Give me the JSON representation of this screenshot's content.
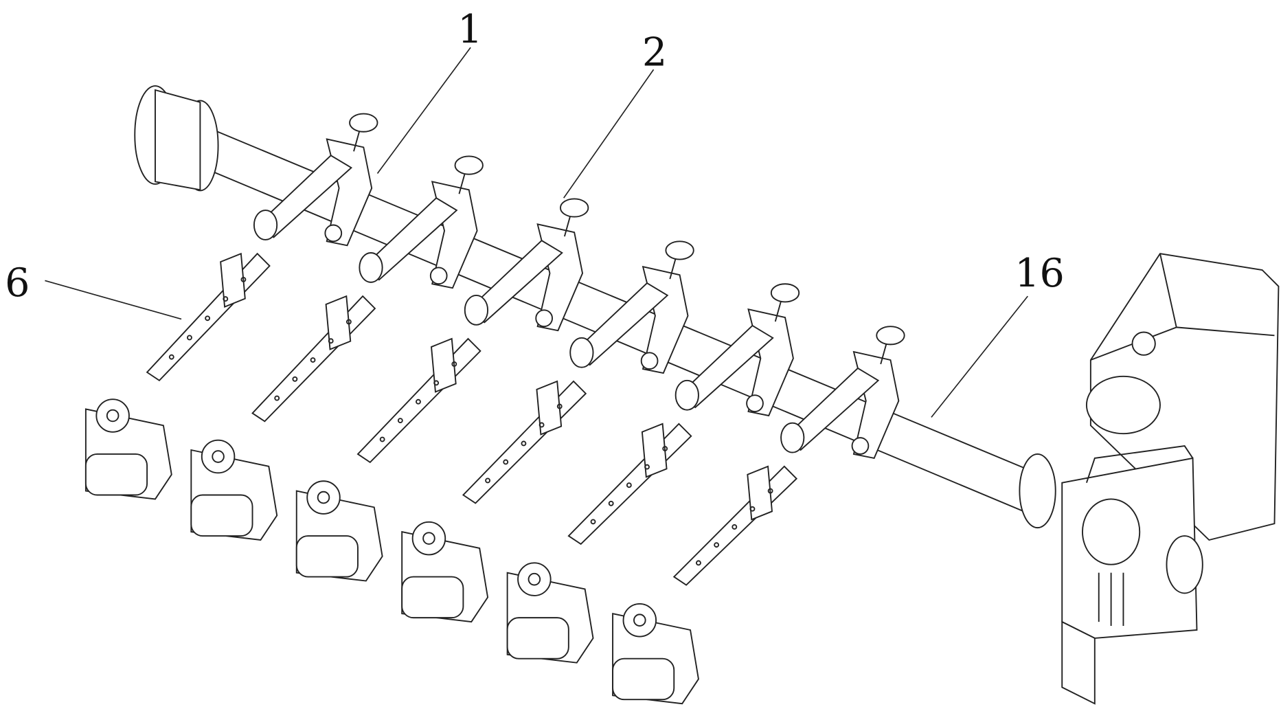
{
  "figure": {
    "labels": [
      {
        "id": "label-1",
        "text": "1"
      },
      {
        "id": "label-2",
        "text": "2"
      },
      {
        "id": "label-6",
        "text": "6"
      },
      {
        "id": "label-16",
        "text": "16"
      }
    ],
    "arm_count": 6,
    "line_color": "#222222",
    "background": "#ffffff"
  }
}
